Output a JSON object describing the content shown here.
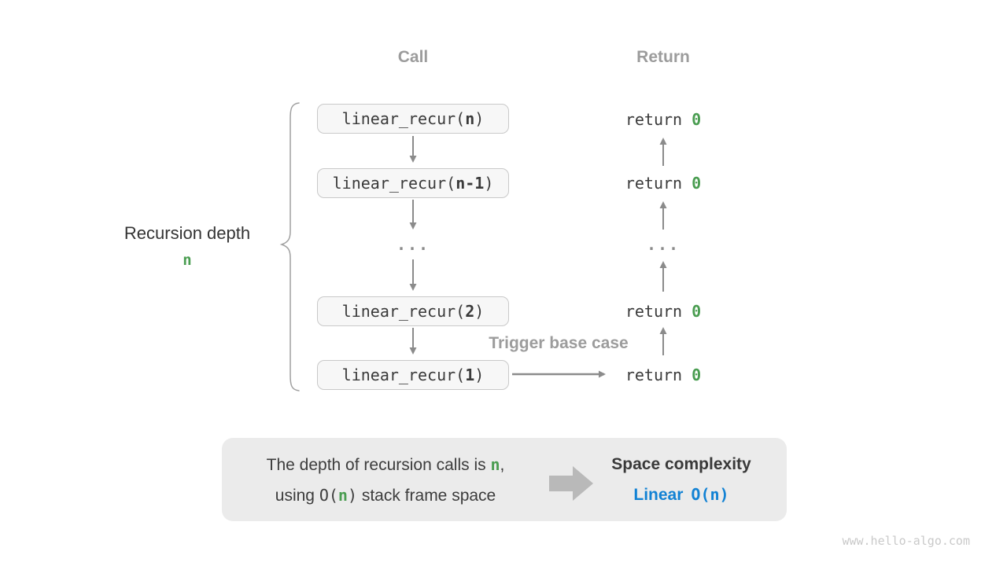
{
  "headers": {
    "call": "Call",
    "return": "Return"
  },
  "left_label": {
    "line1": "Recursion depth",
    "line2": "n"
  },
  "call_column": {
    "boxes": [
      {
        "pre": "linear_recur(",
        "arg": "n",
        "post": ")"
      },
      {
        "pre": "linear_recur(",
        "arg": "n-1",
        "post": ")"
      },
      {
        "pre": "linear_recur(",
        "arg": "2",
        "post": ")"
      },
      {
        "pre": "linear_recur(",
        "arg": "1",
        "post": ")"
      }
    ],
    "ellipsis": "..."
  },
  "return_column": {
    "items": [
      {
        "pre": "return ",
        "val": "0"
      },
      {
        "pre": "return ",
        "val": "0"
      },
      {
        "pre": "return ",
        "val": "0"
      },
      {
        "pre": "return ",
        "val": "0"
      }
    ],
    "ellipsis": "..."
  },
  "labels": {
    "trigger": "Trigger base case"
  },
  "summary": {
    "line1_pre": "The depth of recursion calls is ",
    "line1_code": "n",
    "line1_post": ",",
    "line2_pre": "using ",
    "line2_code_pre": "O(",
    "line2_code_arg": "n",
    "line2_code_post": ")",
    "line2_post": " stack frame space",
    "right_title": "Space complexity",
    "right_sub_word": "Linear",
    "right_sub_code": "O(n)"
  },
  "page": {
    "watermark": "www.hello-algo.com"
  },
  "colors": {
    "accent_green": "#4a9d51",
    "accent_blue": "#1282d4",
    "arrow_gray": "#8b8b8b",
    "label_gray": "#9c9c9c",
    "box_fill": "#f7f7f7",
    "box_border": "#c9c9c9",
    "summary_fill": "#ebebeb",
    "text_dark": "#3a3a3a"
  }
}
